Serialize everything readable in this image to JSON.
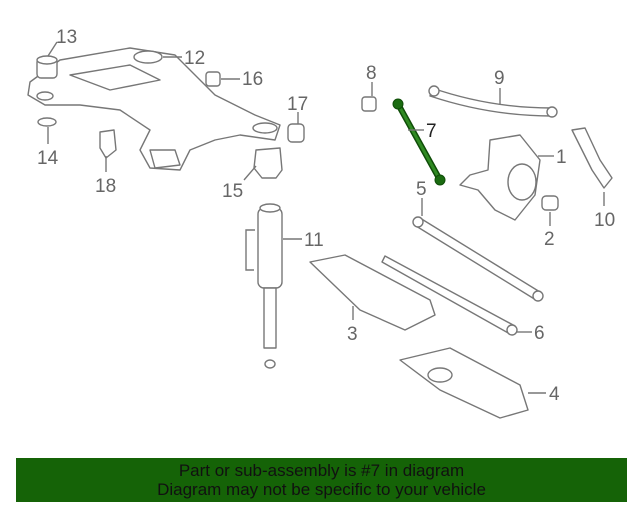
{
  "diagram": {
    "callouts": [
      "1",
      "2",
      "3",
      "4",
      "5",
      "6",
      "7",
      "8",
      "9",
      "10",
      "11",
      "12",
      "13",
      "14",
      "15",
      "16",
      "17",
      "18"
    ],
    "highlighted_part": "7",
    "highlight_color": "#1a6b10"
  },
  "banner": {
    "line1": "Part or sub-assembly is #7 in diagram",
    "line2": "Diagram may not be specific to your vehicle",
    "background": "#156307"
  }
}
